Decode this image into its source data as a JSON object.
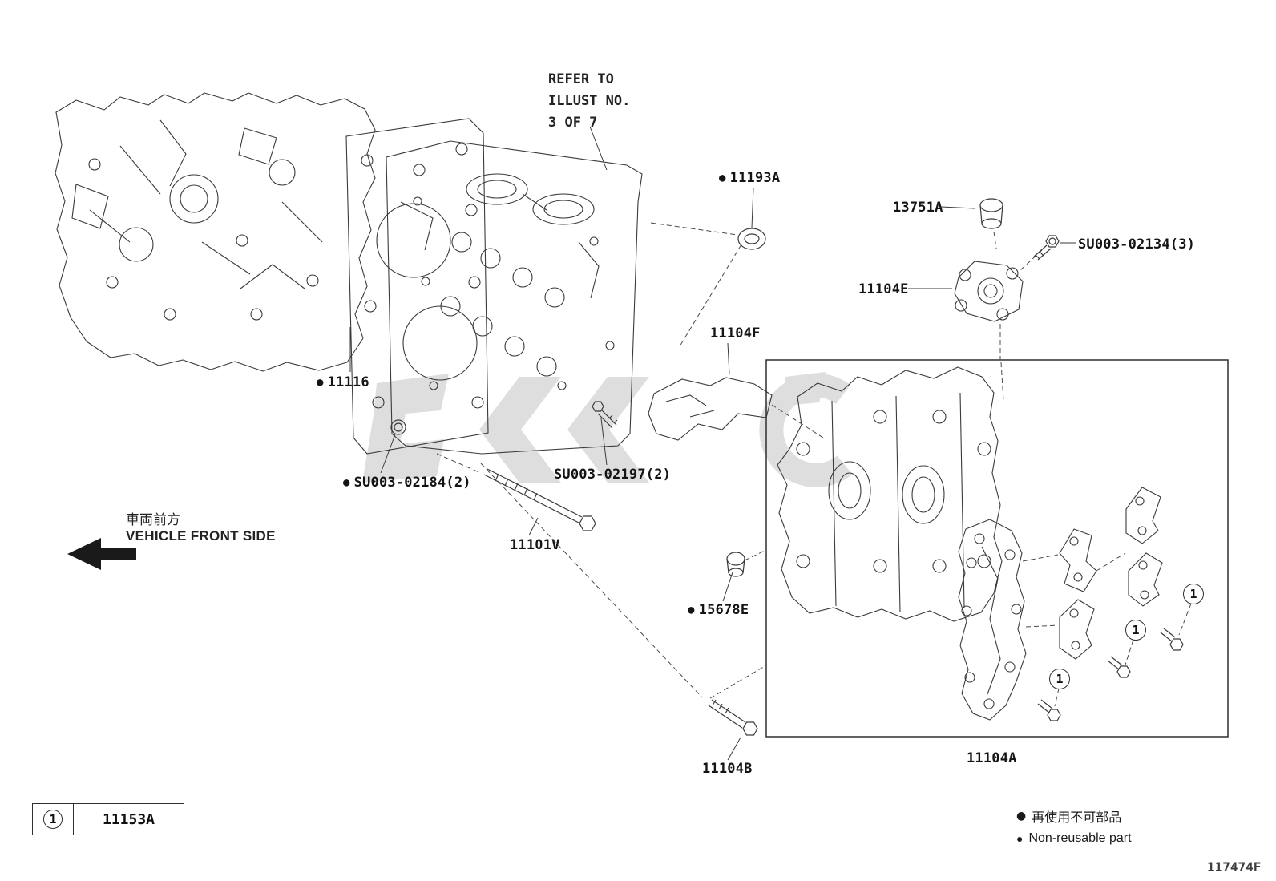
{
  "refer_note": "REFER TO\nILLUST NO.\n3 OF 7",
  "front_side": {
    "jp": "車両前方",
    "en": "VEHICLE FRONT SIDE"
  },
  "labels": {
    "p11193A": {
      "part": "11193A",
      "marker": "●"
    },
    "p13751A": {
      "part": "13751A",
      "marker": ""
    },
    "su003_02134": {
      "part": "SU003-02134(3)",
      "marker": ""
    },
    "p11104E": {
      "part": "11104E",
      "marker": ""
    },
    "p11104F": {
      "part": "11104F",
      "marker": ""
    },
    "p11116": {
      "part": "11116",
      "marker": "●"
    },
    "su003_02184": {
      "part": "SU003-02184(2)",
      "marker": "●"
    },
    "su003_02197": {
      "part": "SU003-02197(2)",
      "marker": ""
    },
    "p11101V": {
      "part": "11101V",
      "marker": ""
    },
    "p15678E": {
      "part": "15678E",
      "marker": "●"
    },
    "p11104B": {
      "part": "11104B",
      "marker": ""
    },
    "p11104A": {
      "part": "11104A",
      "marker": ""
    }
  },
  "callout": {
    "number": "1"
  },
  "legend": {
    "callout": "1",
    "part": "11153A"
  },
  "footnotes": {
    "marker": "●",
    "jp": "再使用不可部品",
    "en": "Non-reusable part"
  },
  "drawing_number": "117474F"
}
